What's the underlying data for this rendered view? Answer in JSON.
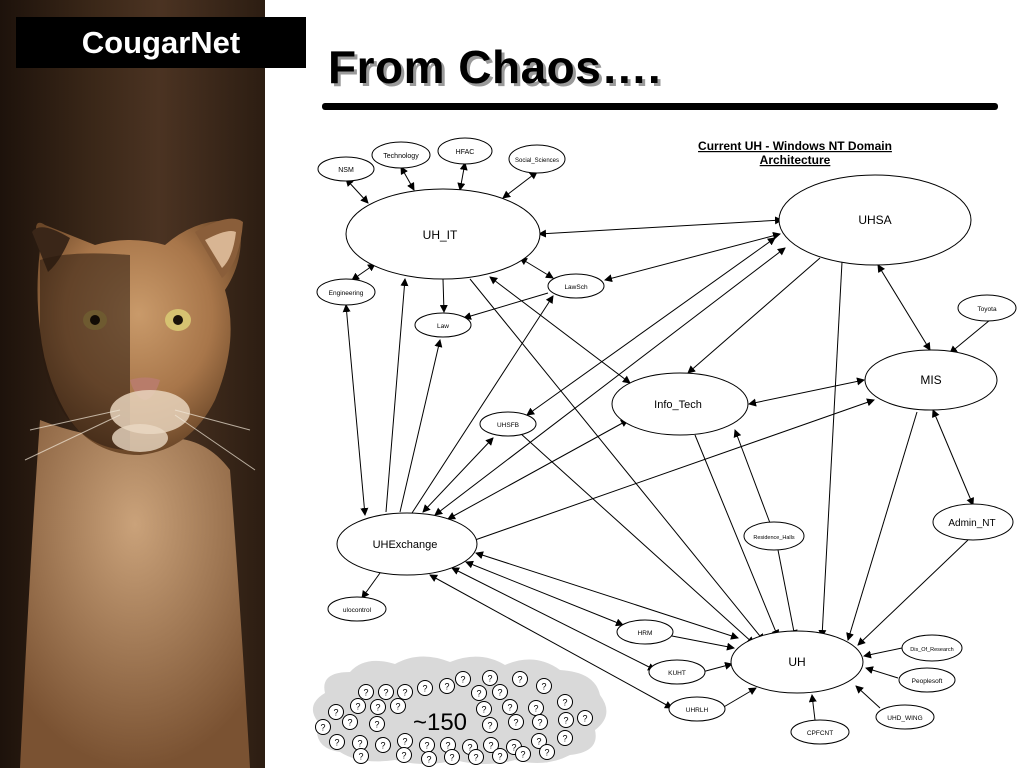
{
  "header": {
    "brand": "CougarNet",
    "title": "From Chaos…."
  },
  "diagram": {
    "caption_line1": "Current UH - Windows NT Domain",
    "caption_line2": "Architecture",
    "nodes": {
      "nsm": "NSM",
      "technology": "Technology",
      "hfac": "HFAC",
      "social_sciences": "Social_Sciences",
      "uh_it": "UH_IT",
      "uhsa": "UHSA",
      "engineering": "Engineering",
      "lawsch": "LawSch",
      "law": "Law",
      "toyota": "Toyota",
      "mis": "MIS",
      "info_tech": "Info_Tech",
      "uhsfb": "UHSFB",
      "admin_nt": "Admin_NT",
      "residence_halls": "Residence_Halls",
      "uhexchange": "UHExchange",
      "ulcontrol": "ulocontrol",
      "hrm": "HRM",
      "kuht": "KUHT",
      "uhrlh": "UHRLH",
      "uh": "UH",
      "dis_of_research": "Dis_Of_Research",
      "peoplesoft": "Peoplesoft",
      "uhd_wing": "UHD_WING",
      "cpfcnt": "CPFCNT"
    },
    "cloud_count": "~150",
    "cloud_mark": "?"
  }
}
